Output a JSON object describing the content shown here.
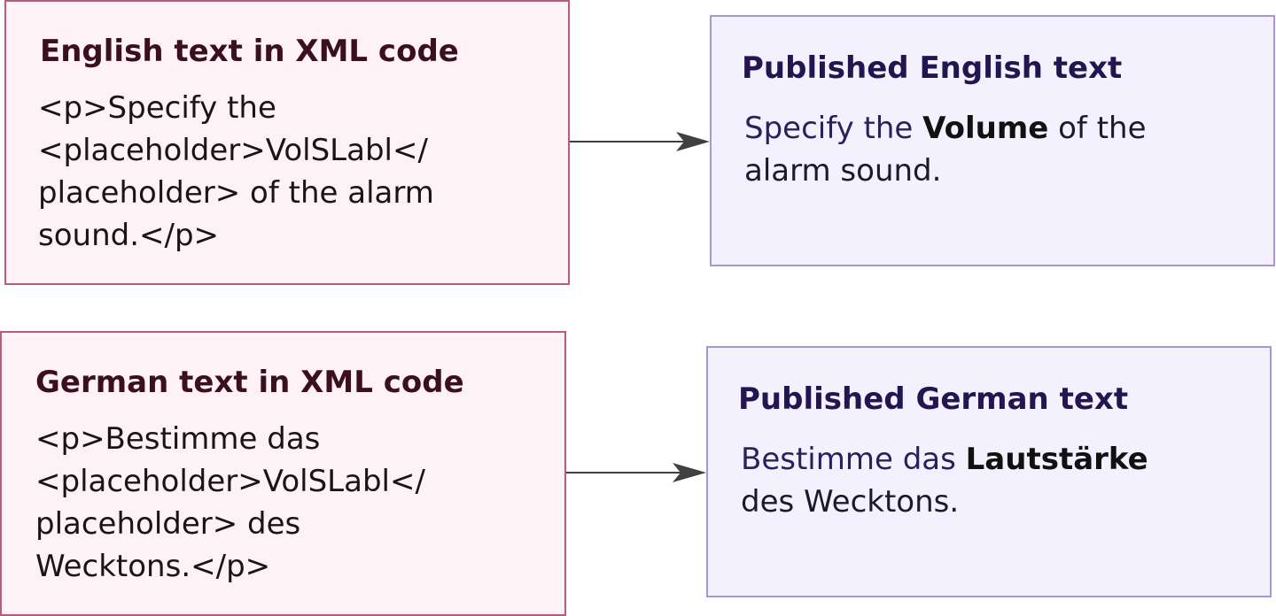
{
  "rows": [
    {
      "source": {
        "title": "English text in XML code",
        "lines": [
          "<p>Specify the",
          "<placeholder>VolSLabl</",
          "placeholder> of the alarm",
          "sound.</p>"
        ]
      },
      "published": {
        "title": "Published English text",
        "prefix": "Specify the ",
        "placeholder_value": "Volume",
        "suffix": " of the",
        "line2": "alarm sound."
      }
    },
    {
      "source": {
        "title": "German text in XML code",
        "lines": [
          "<p>Bestimme das",
          "<placeholder>VolSLabl</",
          "placeholder> des",
          "Wecktons.</p>"
        ]
      },
      "published": {
        "title": "Published German text",
        "prefix": "Bestimme das ",
        "placeholder_value": "Lautstärke",
        "suffix": "",
        "line2": "des Wecktons."
      }
    }
  ],
  "colors": {
    "source_fill": "#fff2f6",
    "source_border": "#b85c7e",
    "published_fill": "#f3f1fd",
    "published_border": "#a895d6",
    "arrow": "#404040"
  }
}
